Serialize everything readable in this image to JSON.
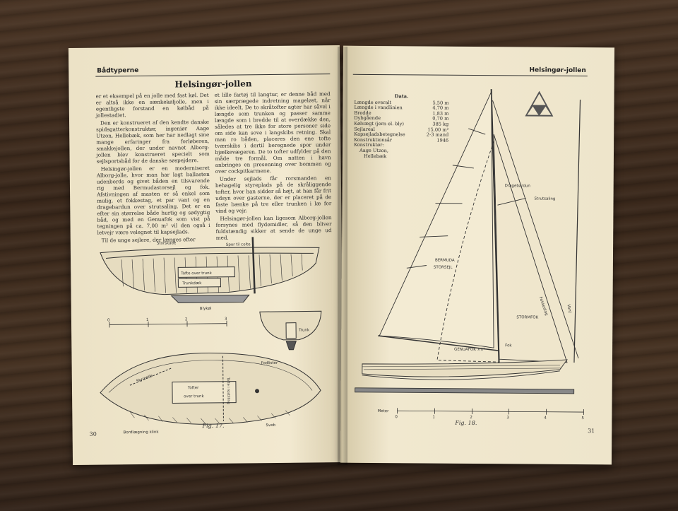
{
  "left_page": {
    "running_head": "Bådtyperne",
    "title": "Helsingør-jollen",
    "col1": [
      "er et eksempel på en jolle med fast køl. Det er altså ikke en sænkekøljolle, men i egentligste forstand en kølbåd på jollestadiet.",
      "Den er konstrueret af den kendte danske spidsgatterkonstruktør, ingeniør Aage Utzon, Hellebæk, som her har nedlagt sine mange erfaringer fra forløberen, smakkejollen, der under navnet Alborg-jollen blev konstrueret specielt som sejlsportsbåd for de danske søspejdere.",
      "Helsingør-jollen er en moderniseret Alborg-jolle, hvor man har lagt ballasten udenbords og givet båden en tilsvarende rig med Bermudastorsejl og fok. Afstivningen af masten er så enkel som mulig, et fokkestag, et par vant og en dragebardun over strutsaling. Det er en efter sin størrelse både hurtig og sødygtig båd, og med en Genuafok som vist på tegningen på ca. 7,00 m² vil den også i letvejr være velegnet til kapsejlads.",
      "Til de unge sejlere, der længes efter"
    ],
    "col2": [
      "et lille fartøj til langtur, er denne båd med sin særprægede indretning mageløst, når ikke ideelt. De to skråtofter agter har såvel i længde som trunken og passer samme længde som i bredde til at overdække den, således at tre ikke for store personer side om side kan sove i langskibs retning. Skal man ro båden, placeres den ene tofte tværskibs i dertil beregnede spor under bjælkevægeren. De to tofter udfylder på den måde tre formål. Om natten i havn anbringes en presenning over bommen og over cockpitkarmene.",
      "Under sejlads får rorsmanden en behagelig styreplads på de skråliggende tofter, hvor han sidder så højt, at han får frit udsyn over gasterne, der er placeret på de faste bænke på tre eller trunken i læ for vind og vejr.",
      "Helsingør-jollen kan ligesom Alborg-jollen forsynes med flydemidler, så den bliver fuldstændig sikker at sende de unge ud med."
    ],
    "figure_labels": {
      "storskade": "Storskade",
      "spor": "Spor til colte",
      "tofte_over_trunk": "Tofte over trunk",
      "trunkdæk": "Trunkdæk",
      "blykøl": "Blykøl",
      "trunk": "Trunk",
      "fodlister": "Fodlister",
      "tofter": "Tofter",
      "over_trunk": "over trunk",
      "bordlægning": "Bordlægning klink",
      "sveb": "Sveb",
      "styreolie": "Styreolie",
      "tofte_i_rostilling": "Tofte i rostilling"
    },
    "scale_ticks": [
      "0",
      "1",
      "2",
      "3"
    ],
    "caption": "Fig. 17.",
    "page_number": "30"
  },
  "right_page": {
    "running_head": "Helsingør-jollen",
    "data_heading": "Data.",
    "data_rows": [
      {
        "label": "Længde overalt",
        "value": "5,50 m"
      },
      {
        "label": "Længde i vandlinien",
        "value": "4,70 m"
      },
      {
        "label": "Bredde",
        "value": "1,83 m"
      },
      {
        "label": "Dybgående",
        "value": "0,70 m"
      },
      {
        "label": "Kølvægt (jern el. bly)",
        "value": "385 kg"
      },
      {
        "label": "Sejlareal",
        "value": "15,00 m²"
      },
      {
        "label": "Kapsejladsbetegnelse",
        "value": "2-3 mand"
      },
      {
        "label": "Konstruktionsår",
        "value": "1946"
      }
    ],
    "designer_label": "Konstruktør:",
    "designer_name": "Aage Utzon,",
    "designer_place": "Hellebæk",
    "sail_labels": {
      "storsejl_1": "BERMUDA",
      "storsejl_2": "STORSEJL",
      "stormfok": "STORMFOK",
      "genuafok": "GENUAFOK 7m²",
      "dragebardun": "Dragebardun",
      "strutsaling": "Strutsaling",
      "fokkestag": "Fokkestag",
      "vant": "Vant",
      "fok": "Fok"
    },
    "scale_label": "Meter",
    "scale_ticks": [
      "0",
      "1",
      "2",
      "3",
      "4",
      "5"
    ],
    "caption": "Fig. 18.",
    "page_number": "31"
  },
  "colors": {
    "paper": "#efe6cc",
    "ink": "#2b2b2b",
    "wood": "#3b2a1e"
  }
}
